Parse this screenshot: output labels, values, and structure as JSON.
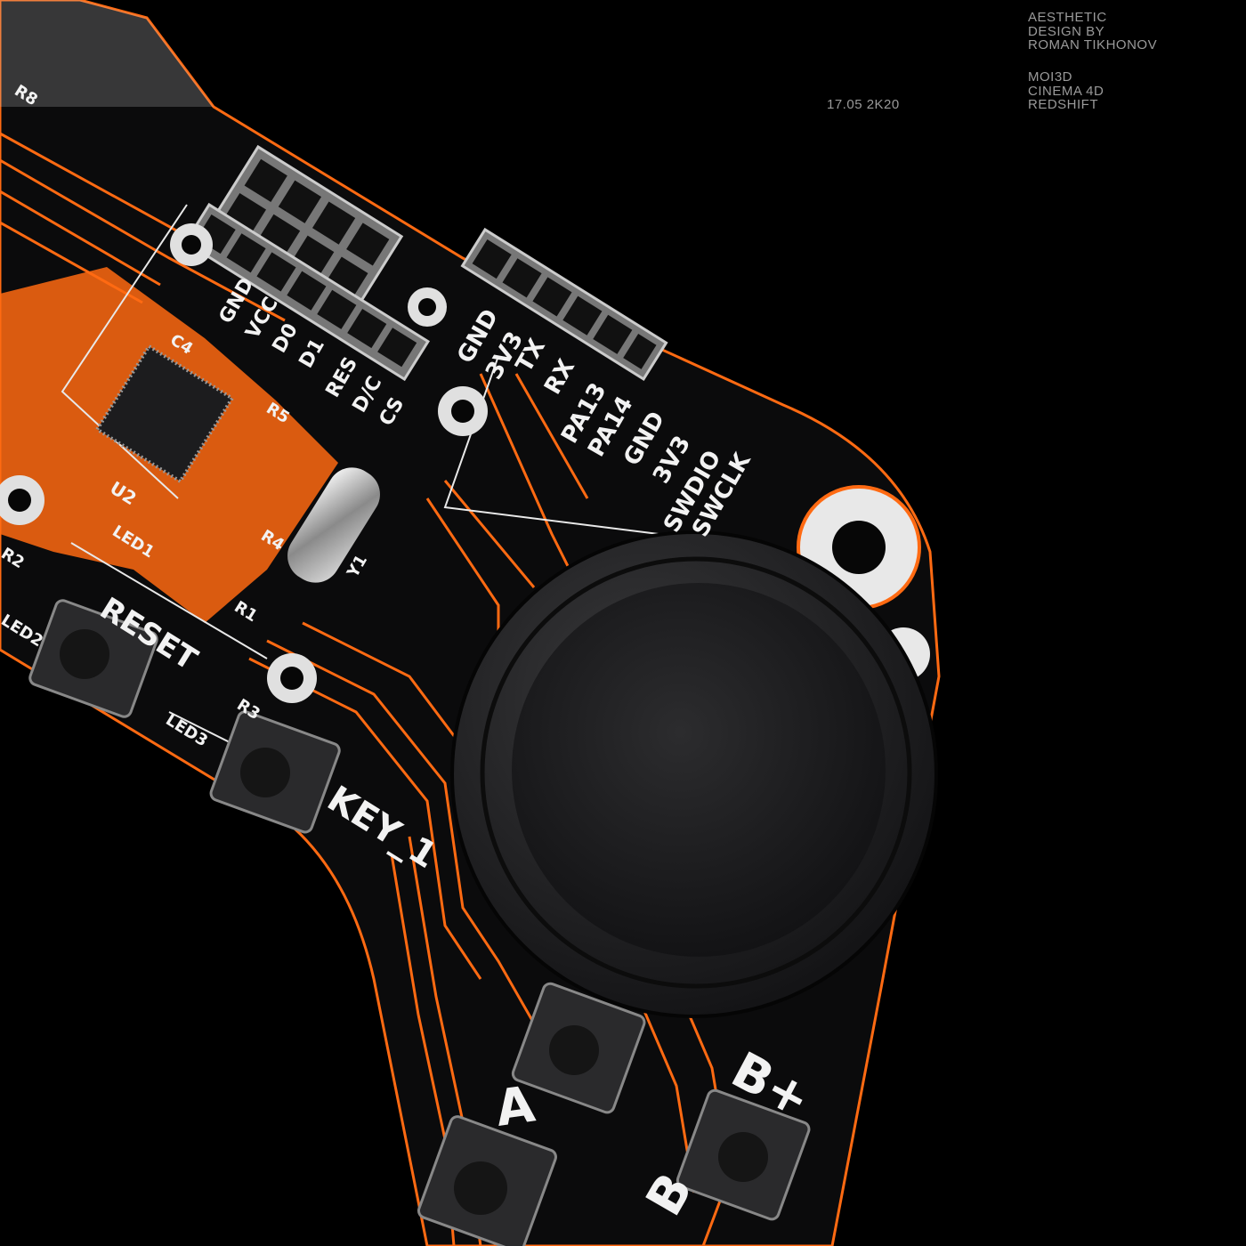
{
  "credits": {
    "lines_top": [
      "AESTHETIC",
      "DESIGN BY",
      "ROMAN TIKHONOV"
    ],
    "lines_software": [
      "MOI3D",
      "CINEMA 4D",
      "REDSHIFT"
    ],
    "date": "17.05 2K20"
  },
  "pcb_labels": {
    "reset": "RESET",
    "key1": "KEY_1",
    "a": "A",
    "b_plus": "B+",
    "b": "B",
    "u2": "U2",
    "header1": [
      "GND",
      "VCC",
      "D0",
      "D1",
      "RES",
      "D/C",
      "CS"
    ],
    "header2": [
      "GND",
      "3V3",
      "TX",
      "RX",
      "PA13",
      "PA14",
      "GND",
      "3V3",
      "SWDIO",
      "SWCLK"
    ],
    "parts": [
      "R8",
      "R5",
      "R4",
      "R3",
      "R1",
      "R2",
      "C4",
      "LED1",
      "LED2",
      "LED3",
      "Y1"
    ]
  },
  "colors": {
    "board": "#0b0b0c",
    "trace": "#ff6a12",
    "silk": "#f2f2f2",
    "background": "#000000"
  }
}
